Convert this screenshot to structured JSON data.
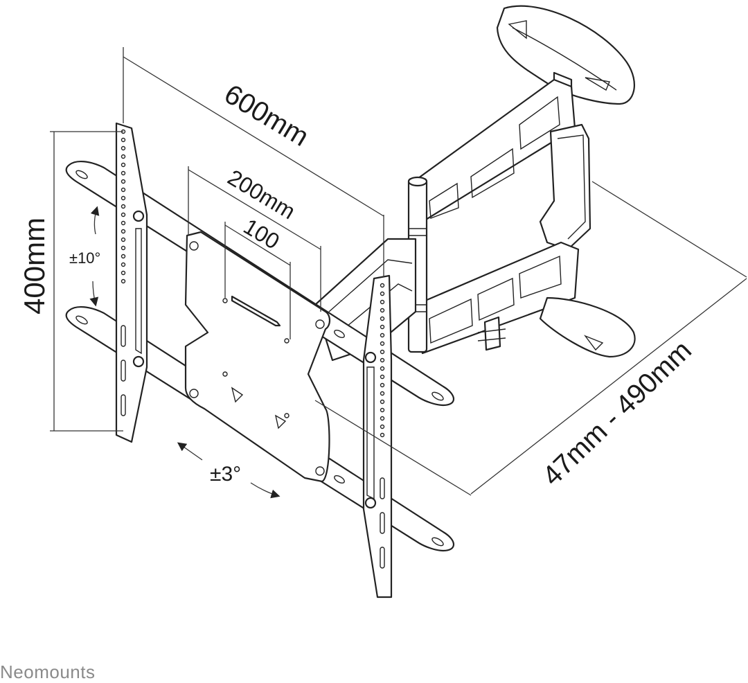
{
  "labels": {
    "width_600": "600mm",
    "width_200": "200mm",
    "width_100": "100",
    "height_400": "400mm",
    "tilt": "±10°",
    "swivel": "±3°",
    "depth": "47mm - 490mm"
  },
  "brand": {
    "name": "Neomounts"
  },
  "colors": {
    "line": "#222222",
    "brand_text": "#8a8a8a",
    "background": "#ffffff"
  }
}
